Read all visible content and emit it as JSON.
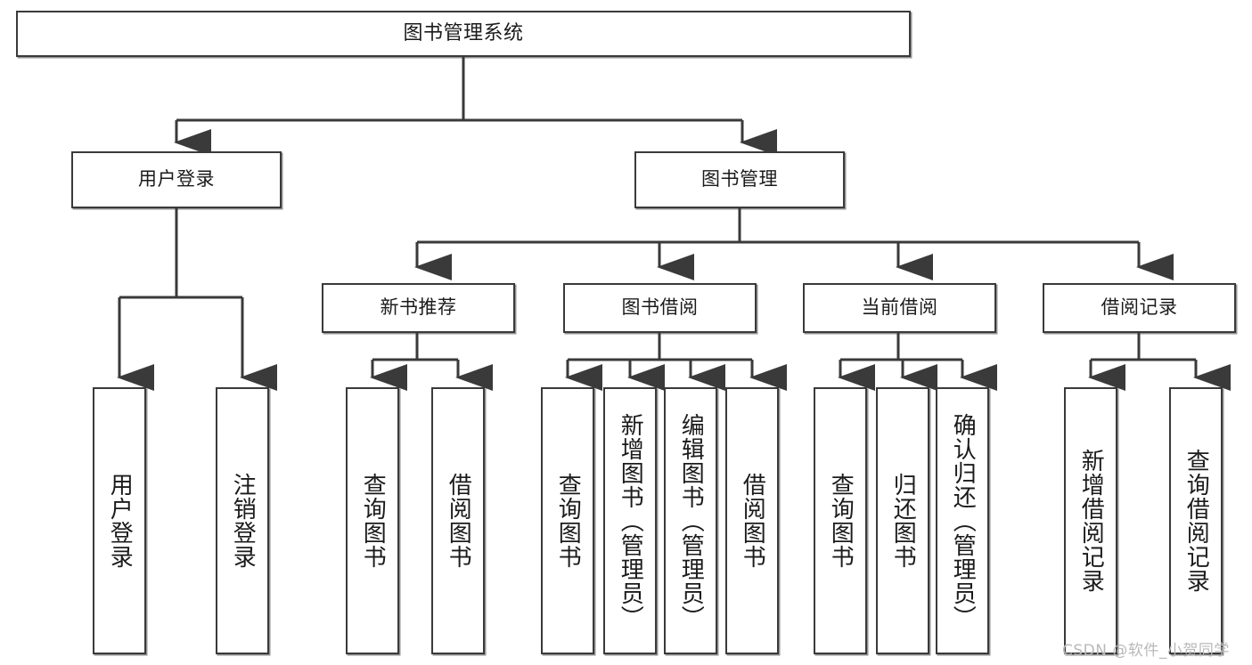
{
  "diagram": {
    "title": "图书管理系统",
    "type": "hierarchy-tree",
    "background": "#ffffff",
    "line_color": "#3a3a3a",
    "box_border_color": "#3a3a3a",
    "box_fill": "#ffffff",
    "text_color": "#1b1b1b"
  },
  "nodes": {
    "root": {
      "label": "图书管理系统"
    },
    "level2": [
      {
        "label": "用户登录"
      },
      {
        "label": "图书管理"
      }
    ],
    "level3": [
      {
        "label": "新书推荐"
      },
      {
        "label": "图书借阅"
      },
      {
        "label": "当前借阅"
      },
      {
        "label": "借阅记录"
      }
    ],
    "leaves_user_login": [
      {
        "label": "用户登录"
      },
      {
        "label": "注销登录"
      }
    ],
    "leaves_new_book": [
      {
        "label": "查询图书"
      },
      {
        "label": "借阅图书"
      }
    ],
    "leaves_borrow": [
      {
        "label": "查询图书"
      },
      {
        "label": "新增图书（管理员）"
      },
      {
        "label": "编辑图书（管理员）"
      },
      {
        "label": "借阅图书"
      }
    ],
    "leaves_current": [
      {
        "label": "查询图书"
      },
      {
        "label": "归还图书"
      },
      {
        "label": "确认归还（管理员）"
      }
    ],
    "leaves_record": [
      {
        "label": "新增借阅记录"
      },
      {
        "label": "查询借阅记录"
      }
    ]
  },
  "watermark": {
    "text": "CSDN @软件_小贺同学",
    "color": "#b9b9b9"
  }
}
